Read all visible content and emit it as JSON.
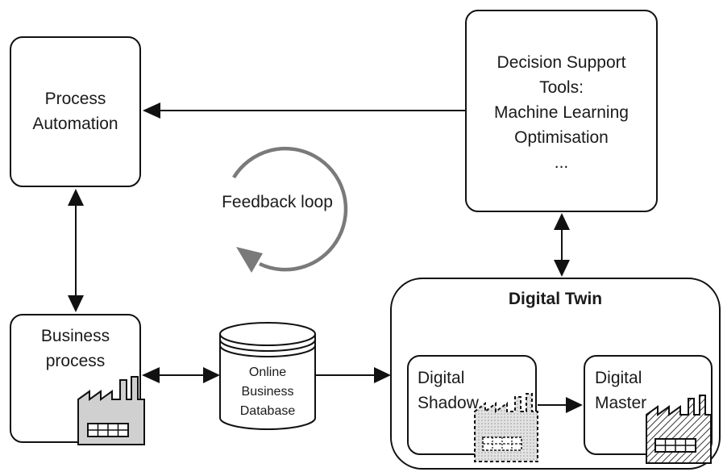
{
  "process_automation": {
    "line1": "Process",
    "line2": "Automation"
  },
  "decision_support": {
    "line1": "Decision Support",
    "line2": "Tools:",
    "line3": "Machine Learning",
    "line4": "Optimisation",
    "line5": "..."
  },
  "feedback_loop": {
    "label": "Feedback loop"
  },
  "business_process": {
    "line1": "Business",
    "line2": "process"
  },
  "database": {
    "line1": "Online",
    "line2": "Business",
    "line3": "Database"
  },
  "digital_twin": {
    "title": "Digital Twin",
    "shadow": {
      "line1": "Digital",
      "line2": "Shadow"
    },
    "master": {
      "line1": "Digital",
      "line2": "Master"
    }
  }
}
